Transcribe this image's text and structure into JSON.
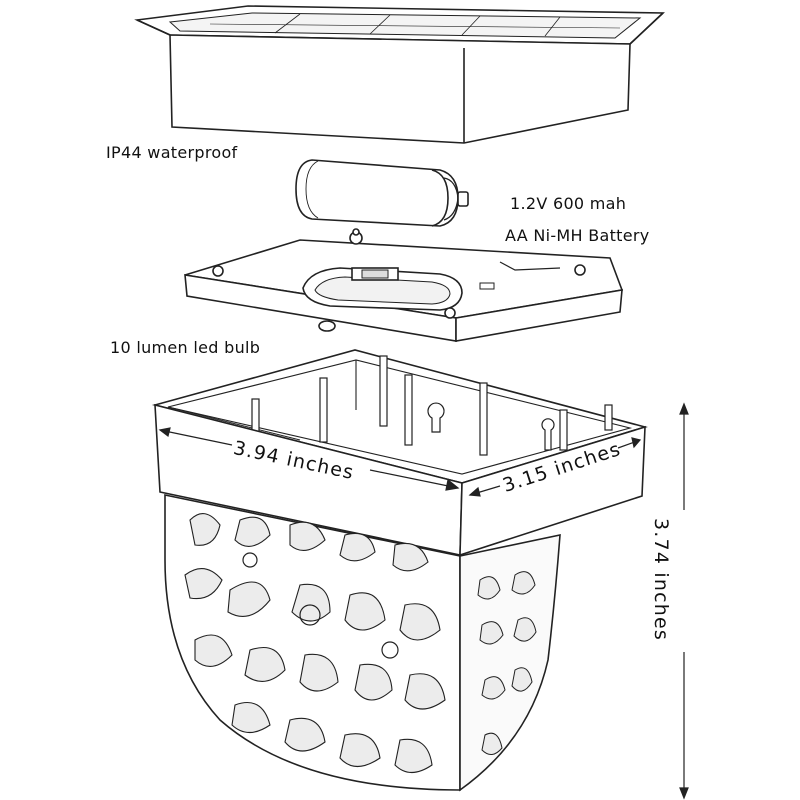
{
  "callouts": {
    "waterproof": "IP44 waterproof",
    "battery_line1": "1.2V 600 mah",
    "battery_line2": "AA Ni-MH Battery",
    "led": "10 lumen led bulb"
  },
  "dimensions": {
    "width": "3.94 inches",
    "depth": "3.15 inches",
    "height": "3.74 inches"
  },
  "colors": {
    "line": "#222222",
    "fill": "#ffffff",
    "shade": "#e6e6e6"
  }
}
